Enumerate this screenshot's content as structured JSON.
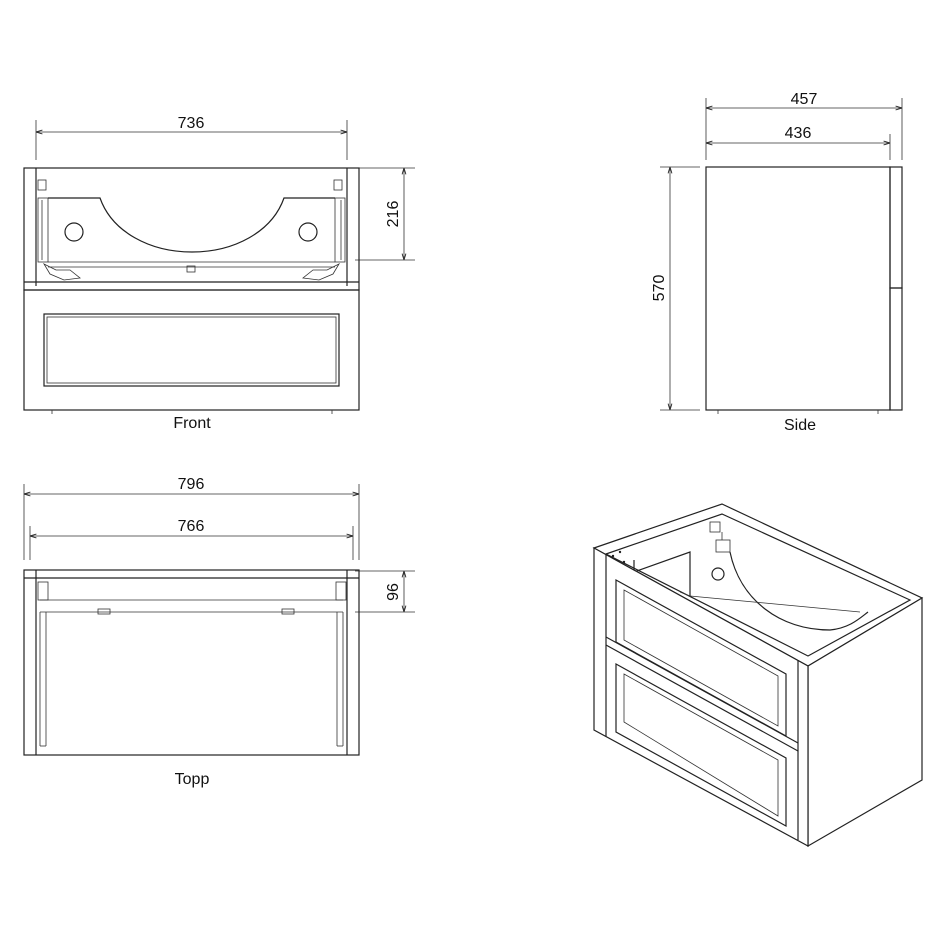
{
  "views": {
    "front": {
      "label": "Front",
      "dimensions": {
        "width": "736",
        "sink_depth": "216"
      }
    },
    "side": {
      "label": "Side",
      "dimensions": {
        "overall_depth": "457",
        "carcass_depth": "436",
        "height": "570"
      }
    },
    "top": {
      "label": "Topp",
      "dimensions": {
        "overall_width": "796",
        "inner_width": "766",
        "depth": "96"
      }
    },
    "isometric": {
      "label": ""
    }
  }
}
